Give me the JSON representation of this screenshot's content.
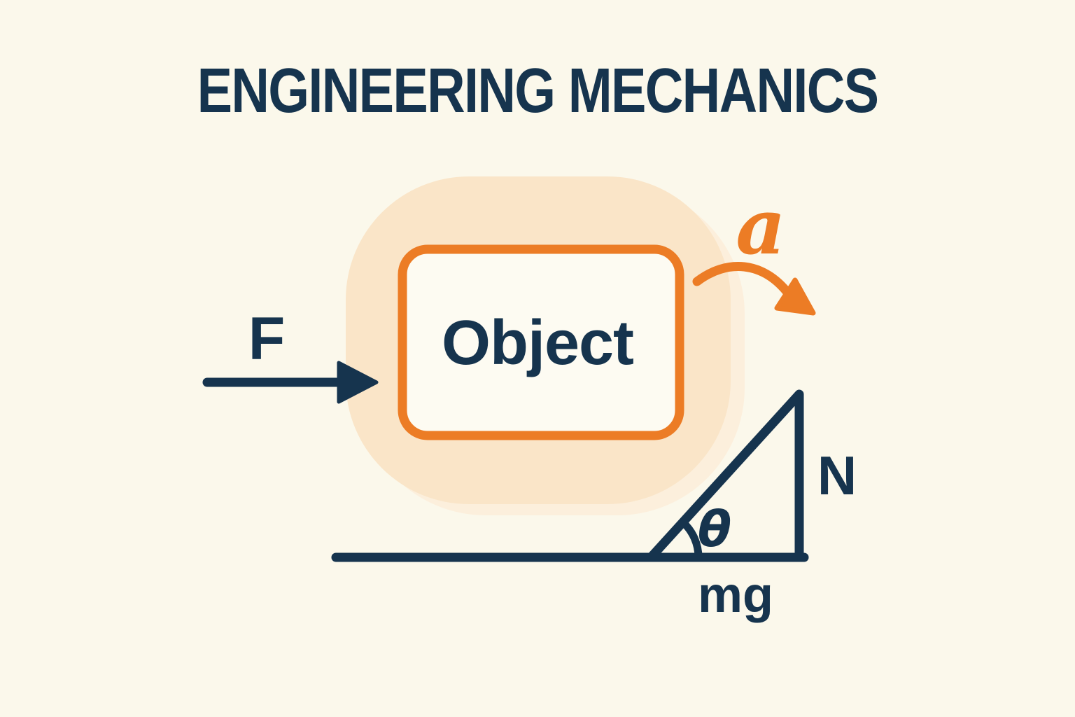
{
  "title": "ENGINEERING MECHANICS",
  "diagram": {
    "object_label": "Object",
    "force_label": "F",
    "acceleration_label": "a",
    "angle_label": "θ",
    "normal_force_label": "N",
    "weight_label": "mg"
  },
  "colors": {
    "background": "#FBF8EB",
    "navy": "#16344E",
    "orange": "#EC7C25",
    "highlight_blob": "#FAE5C8",
    "highlight_blob_light": "#FCEFDC",
    "object_box_fill": "#FDFBF2"
  }
}
